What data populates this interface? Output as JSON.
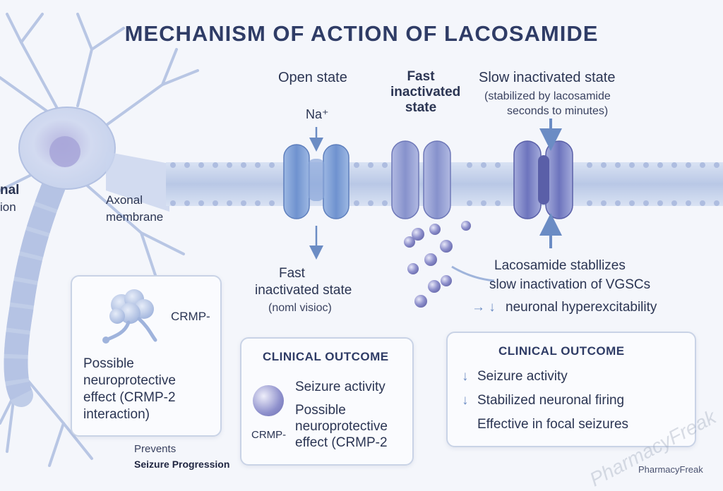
{
  "title": "MECHANISM OF ACTION OF LACOSAMIDE",
  "states": {
    "open": "Open state",
    "ion": "Na⁺",
    "fast_line1": "Fast",
    "fast_line2": "inactivated",
    "fast_line3": "state",
    "slow_title": "Slow inactivated state",
    "slow_note1": "(stabilized by lacosamide",
    "slow_note2": "seconds to minutes)"
  },
  "neuron": {
    "axonal_label_fragment1": "nal",
    "axonal_label_fragment2": "ion",
    "membrane_line1": "Axonal",
    "membrane_line2": "membrane"
  },
  "below_membrane": {
    "fast_line1": "Fast",
    "fast_line2": "inactivated state",
    "fast_note": "(noml visioc)"
  },
  "effect": {
    "line1": "Lacosamide stabllizes",
    "line2": "slow inactivation of VGSCs",
    "arrow": "→ ↓",
    "line3": "neuronal hyperexcitability"
  },
  "crmp_panel": {
    "label": "CRMP-",
    "text1": "Possible",
    "text2": "neuroprotective",
    "text3": "effect (CRMP-2",
    "text4": "interaction)"
  },
  "prevents": {
    "line1": "Prevents",
    "line2": "Seizure Progression"
  },
  "clinical_center": {
    "title": "CLINICAL OUTCOME",
    "item1": "Seizure activity",
    "item2a": "Possible",
    "item2b": "neuroprotective",
    "item2c": "effect (CRMP-2",
    "crmp_label": "CRMP-"
  },
  "clinical_right": {
    "title": "CLINICAL OUTCOME",
    "item1": "Seizure activity",
    "item2": "Stabilized neuronal firing",
    "item3": "Effective in focal seizures",
    "down_arrow": "↓"
  },
  "watermark": "PharmacyFreak",
  "brand": "PharmacyFreak",
  "colors": {
    "title": "#2f3c66",
    "channel_open": "#7fa0d6",
    "channel_fast": "#8e9bd0",
    "channel_slow": "#7a83c8",
    "membrane": "#c3d0ea",
    "arrow": "#6b8cc4"
  }
}
